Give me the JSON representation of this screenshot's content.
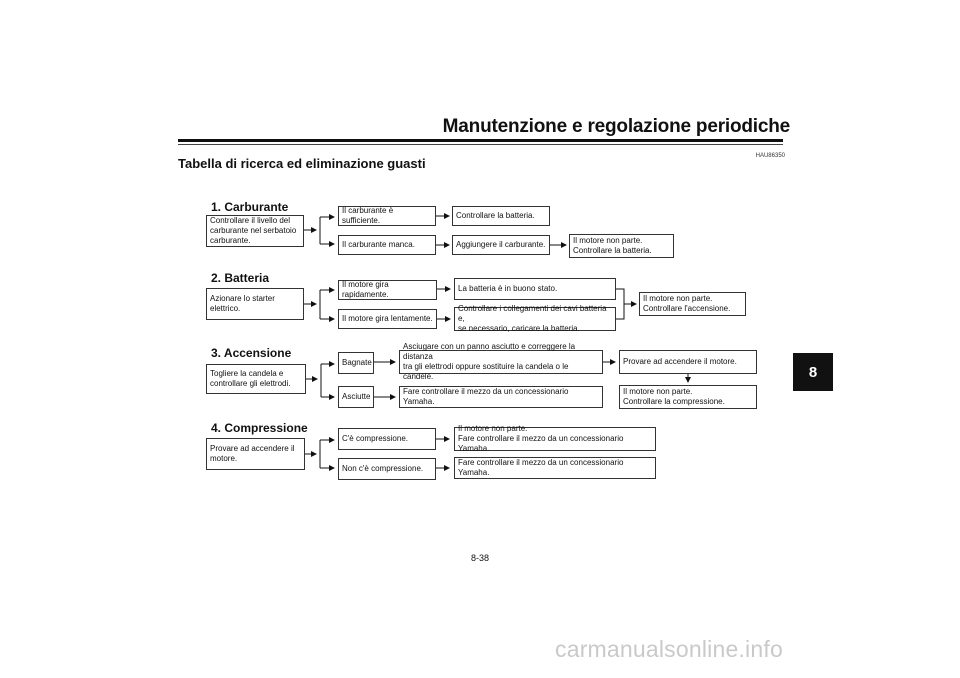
{
  "header": {
    "title": "Manutenzione e regolazione periodiche",
    "page_title": "Tabella di ricerca ed eliminazione guasti",
    "code": "HAU86350",
    "chapter": "8"
  },
  "sections": {
    "fuel": {
      "title": "1. Carburante",
      "check": "Controllare il livello del carburante nel serbatoio carburante.",
      "opt1": "Il carburante è sufficiente.",
      "opt1_next": "Controllare la batteria.",
      "opt2": "Il carburante manca.",
      "opt2_next": "Aggiungere il carburante.",
      "opt2_result": "Il motore non parte.\nControllare la batteria."
    },
    "battery": {
      "title": "2. Batteria",
      "check": "Azionare lo starter elettrico.",
      "opt1": "Il motore gira rapidamente.",
      "opt1_next": "La batteria è in buono stato.",
      "opt2": "Il motore gira lentamente.",
      "opt2_next": "Controllare i collegamenti dei cavi batteria e,\nse necessario, caricare la batteria.",
      "result": "Il motore non parte.\nControllare l'accensione."
    },
    "ignition": {
      "title": "3. Accensione",
      "check": "Togliere la candela e\ncontrollare gli elettrodi.",
      "opt1": "Bagnate",
      "opt1_next": "Asciugare con un panno asciutto e correggere la distanza\ntra gli elettrodi oppure sostituire la candela o le candele.",
      "opt1_result": "Provare ad accendere il motore.",
      "opt2": "Asciutte",
      "opt2_next": "Fare controllare il mezzo da un concessionario Yamaha.",
      "result": "Il motore non parte.\nControllare la compressione."
    },
    "compression": {
      "title": "4. Compressione",
      "check": "Provare ad accendere il\nmotore.",
      "opt1": "C'è compressione.",
      "opt1_next": "Il motore non parte.\nFare controllare il mezzo da un concessionario Yamaha.",
      "opt2": "Non c'è compressione.",
      "opt2_next": "Fare controllare il mezzo da un concessionario Yamaha."
    }
  },
  "footer": {
    "page_number": "8-38",
    "watermark": "carmanualsonline.info"
  }
}
